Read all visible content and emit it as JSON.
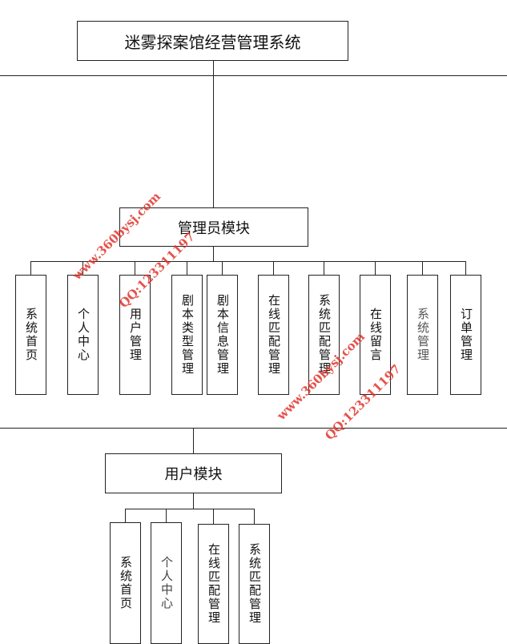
{
  "diagram": {
    "root": "迷雾探案馆经营管理系统",
    "admin_module": {
      "label": "管理员模块",
      "children": [
        "系统首页",
        "个人中心",
        "用户管理",
        "剧本类型管理",
        "剧本信息管理",
        "在线匹配管理",
        "系统匹配管理",
        "在线留言",
        "系统管理",
        "订单管理"
      ]
    },
    "user_module": {
      "label": "用户模块",
      "children": [
        "系统首页",
        "个人中心",
        "在线匹配管理",
        "系统匹配管理"
      ]
    }
  },
  "watermarks": {
    "site": "www.360bysj.com",
    "qq": "QQ:123311197"
  }
}
